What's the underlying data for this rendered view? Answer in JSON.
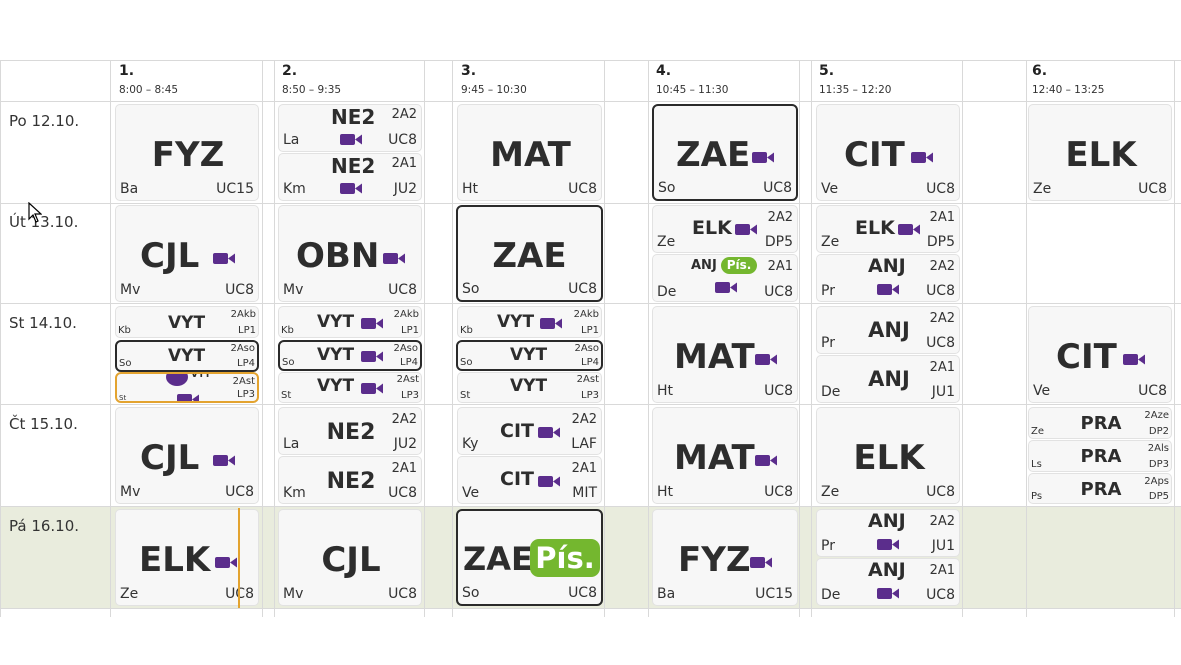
{
  "colors": {
    "accent": "#5b2d8c",
    "pis": "#74b72f",
    "highlight": "#e9ecdd",
    "selected": "#e3a32f"
  },
  "periods": [
    {
      "num": "1.",
      "time": "8:00 – 8:45"
    },
    {
      "num": "2.",
      "time": "8:50 – 9:35"
    },
    {
      "num": "3.",
      "time": "9:45 – 10:30"
    },
    {
      "num": "4.",
      "time": "10:45 – 11:30"
    },
    {
      "num": "5.",
      "time": "11:35 – 12:20"
    },
    {
      "num": "6.",
      "time": "12:40 – 13:25"
    }
  ],
  "days": [
    "Po 12.10.",
    "Út 13.10.",
    "St 14.10.",
    "Čt 15.10.",
    "Pá 16.10."
  ],
  "lessons": {
    "po": {
      "p1": {
        "subject": "FYZ",
        "teacher": "Ba",
        "room": "UC15"
      },
      "p2a": {
        "subject": "NE2",
        "teacher": "La",
        "room": "UC8",
        "group": "2A2",
        "icon": "video-camera-icon"
      },
      "p2b": {
        "subject": "NE2",
        "teacher": "Km",
        "room": "JU2",
        "group": "2A1",
        "icon": "video-camera-icon"
      },
      "p3": {
        "subject": "MAT",
        "teacher": "Ht",
        "room": "UC8"
      },
      "p4": {
        "subject": "ZAE",
        "teacher": "So",
        "room": "UC8",
        "icon": "video-camera-icon"
      },
      "p5": {
        "subject": "CIT",
        "teacher": "Ve",
        "room": "UC8",
        "icon": "video-camera-icon"
      },
      "p6": {
        "subject": "ELK",
        "teacher": "Ze",
        "room": "UC8"
      }
    },
    "ut": {
      "p1": {
        "subject": "CJL",
        "teacher": "Mv",
        "room": "UC8",
        "icon": "video-camera-icon"
      },
      "p2": {
        "subject": "OBN",
        "teacher": "Mv",
        "room": "UC8",
        "icon": "video-camera-icon"
      },
      "p3": {
        "subject": "ZAE",
        "teacher": "So",
        "room": "UC8"
      },
      "p4a": {
        "subject": "ELK",
        "teacher": "Ze",
        "room": "DP5",
        "group": "2A2",
        "icon": "video-camera-icon"
      },
      "p4b": {
        "subject": "ANJ",
        "teacher": "De",
        "room": "UC8",
        "group": "2A1",
        "badge": "Pís.",
        "icon": "video-camera-icon"
      },
      "p5a": {
        "subject": "ELK",
        "teacher": "Ze",
        "room": "DP5",
        "group": "2A1",
        "icon": "video-camera-icon"
      },
      "p5b": {
        "subject": "ANJ",
        "teacher": "Pr",
        "room": "UC8",
        "group": "2A2",
        "icon": "video-camera-icon"
      }
    },
    "st": {
      "p1a": {
        "subject": "VYT",
        "teacher": "Kb",
        "room": "LP1",
        "group": "2Akb"
      },
      "p1b": {
        "subject": "VYT",
        "teacher": "So",
        "room": "LP4",
        "group": "2Aso"
      },
      "p1c": {
        "subject": "VYT",
        "teacher": "St",
        "room": "LP3",
        "group": "2Ast",
        "icon": "video-camera-icon"
      },
      "p2a": {
        "subject": "VYT",
        "teacher": "Kb",
        "room": "LP1",
        "group": "2Akb",
        "icon": "video-camera-icon"
      },
      "p2b": {
        "subject": "VYT",
        "teacher": "So",
        "room": "LP4",
        "group": "2Aso",
        "icon": "video-camera-icon"
      },
      "p2c": {
        "subject": "VYT",
        "teacher": "St",
        "room": "LP3",
        "group": "2Ast",
        "icon": "video-camera-icon"
      },
      "p3a": {
        "subject": "VYT",
        "teacher": "Kb",
        "room": "LP1",
        "group": "2Akb",
        "icon": "video-camera-icon"
      },
      "p3b": {
        "subject": "VYT",
        "teacher": "So",
        "room": "LP4",
        "group": "2Aso"
      },
      "p3c": {
        "subject": "VYT",
        "teacher": "St",
        "room": "LP3",
        "group": "2Ast"
      },
      "p4": {
        "subject": "MAT",
        "teacher": "Ht",
        "room": "UC8",
        "icon": "video-camera-icon"
      },
      "p5a": {
        "subject": "ANJ",
        "teacher": "Pr",
        "room": "UC8",
        "group": "2A2"
      },
      "p5b": {
        "subject": "ANJ",
        "teacher": "De",
        "room": "JU1",
        "group": "2A1"
      },
      "p6": {
        "subject": "CIT",
        "teacher": "Ve",
        "room": "UC8",
        "icon": "video-camera-icon"
      }
    },
    "ct": {
      "p1": {
        "subject": "CJL",
        "teacher": "Mv",
        "room": "UC8",
        "icon": "video-camera-icon"
      },
      "p2a": {
        "subject": "NE2",
        "teacher": "La",
        "room": "JU2",
        "group": "2A2"
      },
      "p2b": {
        "subject": "NE2",
        "teacher": "Km",
        "room": "UC8",
        "group": "2A1"
      },
      "p3a": {
        "subject": "CIT",
        "teacher": "Ky",
        "room": "LAF",
        "group": "2A2",
        "icon": "video-camera-icon"
      },
      "p3b": {
        "subject": "CIT",
        "teacher": "Ve",
        "room": "MIT",
        "group": "2A1",
        "icon": "video-camera-icon"
      },
      "p4": {
        "subject": "MAT",
        "teacher": "Ht",
        "room": "UC8",
        "icon": "video-camera-icon"
      },
      "p5": {
        "subject": "ELK",
        "teacher": "Ze",
        "room": "UC8"
      },
      "p6a": {
        "subject": "PRA",
        "teacher": "Ze",
        "room": "DP2",
        "group": "2Aze"
      },
      "p6b": {
        "subject": "PRA",
        "teacher": "Ls",
        "room": "DP3",
        "group": "2Als"
      },
      "p6c": {
        "subject": "PRA",
        "teacher": "Ps",
        "room": "DP5",
        "group": "2Aps"
      }
    },
    "pa": {
      "p1": {
        "subject": "ELK",
        "teacher": "Ze",
        "room": "UC8",
        "icon": "video-camera-icon"
      },
      "p2": {
        "subject": "CJL",
        "teacher": "Mv",
        "room": "UC8"
      },
      "p3": {
        "subject": "ZAE",
        "teacher": "So",
        "room": "UC8",
        "badge": "Pís."
      },
      "p4": {
        "subject": "FYZ",
        "teacher": "Ba",
        "room": "UC15",
        "icon": "video-camera-icon"
      },
      "p5a": {
        "subject": "ANJ",
        "teacher": "Pr",
        "room": "JU1",
        "group": "2A2",
        "icon": "video-camera-icon"
      },
      "p5b": {
        "subject": "ANJ",
        "teacher": "De",
        "room": "UC8",
        "group": "2A1",
        "icon": "video-camera-icon"
      }
    }
  }
}
